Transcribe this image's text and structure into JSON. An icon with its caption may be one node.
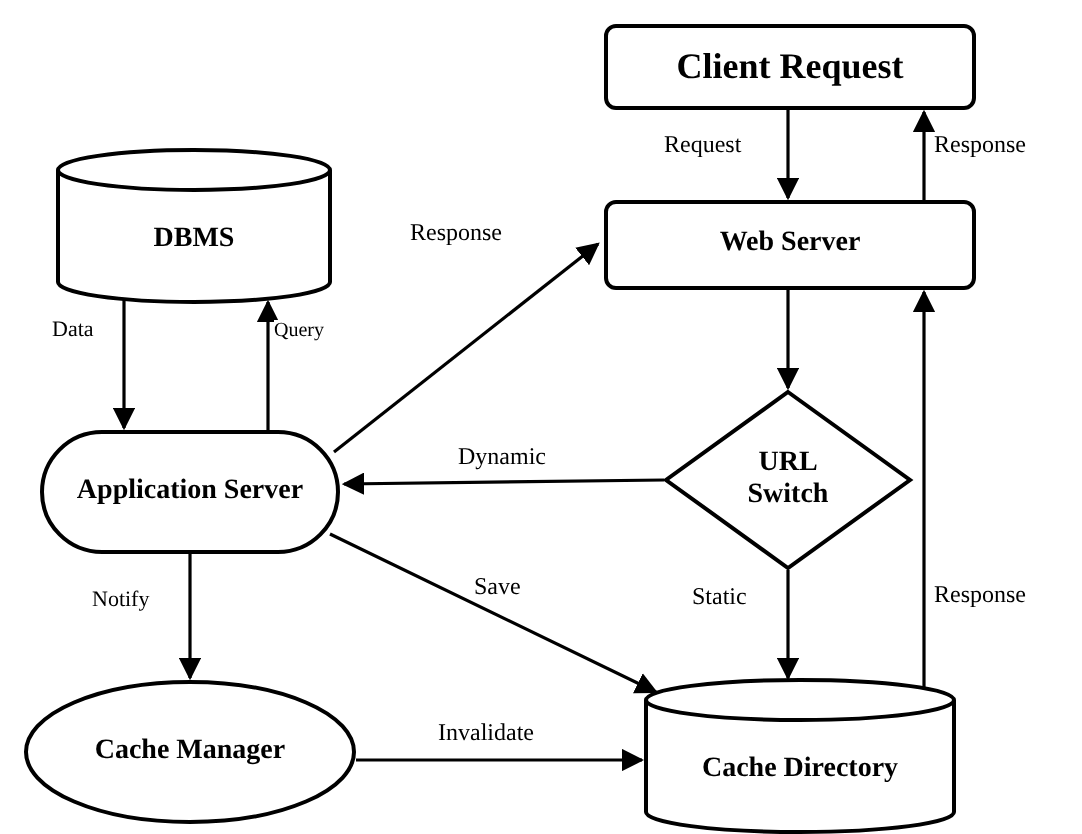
{
  "diagram": {
    "nodes": [
      {
        "text": [
          "Client Request"
        ]
      },
      {
        "text": [
          "Web Server"
        ]
      },
      {
        "text": [
          "DBMS"
        ]
      },
      {
        "text": [
          "Application Server"
        ]
      },
      {
        "text": [
          "URL Switch"
        ]
      },
      {
        "text": [
          "Cache Manager"
        ]
      },
      {
        "text": [
          "Cache Directory"
        ]
      }
    ],
    "edges": [
      {
        "from": 0,
        "to": 1,
        "arrow": "to",
        "label": "Request"
      },
      {
        "from": 1,
        "to": 0,
        "arrow": "to",
        "label": "Response"
      },
      {
        "from": 2,
        "to": 3,
        "arrow": "to",
        "label": "Data"
      },
      {
        "from": 3,
        "to": 2,
        "arrow": "to",
        "label": "Query"
      },
      {
        "from": 3,
        "to": 1,
        "arrow": "to",
        "label": "Response"
      },
      {
        "from": 4,
        "to": 3,
        "arrow": "to",
        "label": "Dynamic"
      },
      {
        "from": 1,
        "to": 4,
        "arrow": "to"
      },
      {
        "from": 4,
        "to": 6,
        "arrow": "to",
        "label": "Static"
      },
      {
        "from": 6,
        "to": 1,
        "arrow": "to",
        "label": "Response"
      },
      {
        "from": 3,
        "to": 5,
        "arrow": "to",
        "label": "Notify"
      },
      {
        "from": 3,
        "to": 6,
        "arrow": "to",
        "label": "Save"
      },
      {
        "from": 5,
        "to": 6,
        "arrow": "to",
        "label": "Invalidate"
      }
    ]
  }
}
